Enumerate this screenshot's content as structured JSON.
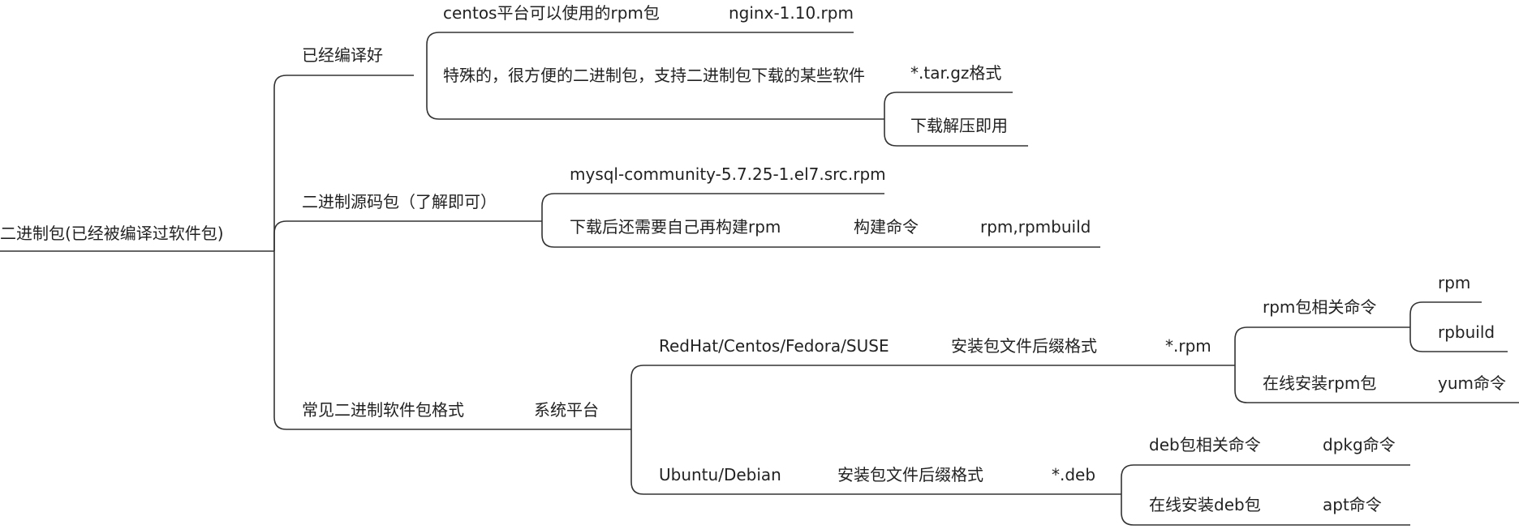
{
  "mindmap": {
    "root": "二进制包(已经被编译过软件包)",
    "compiled": {
      "label": "已经编译好",
      "centos_rpm": "centos平台可以使用的rpm包",
      "nginx": "nginx-1.10.rpm",
      "special": "特殊的，很方便的二进制包，支持二进制包下载的某些软件",
      "tar_gz": "*.tar.gz格式",
      "extract": "下载解压即用"
    },
    "source": {
      "label": "二进制源码包（了解即可）",
      "mysql": "mysql-community-5.7.25-1.el7.src.rpm",
      "rebuild": "下载后还需要自己再构建rpm",
      "build_cmd": "构建命令",
      "build_tools": "rpm,rpmbuild"
    },
    "formats": {
      "label": "常见二进制软件包格式",
      "platform": "系统平台",
      "redhat": "RedHat/Centos/Fedora/SUSE",
      "rh_suffix": "安装包文件后缀格式",
      "rpm_ext": "*.rpm",
      "rpm_cmds": "rpm包相关命令",
      "rpm": "rpm",
      "rpmbuild": "rpbuild",
      "rpm_online": "在线安装rpm包",
      "yum": "yum命令",
      "ubuntu": "Ubuntu/Debian",
      "deb_suffix": "安装包文件后缀格式",
      "deb_ext": "*.deb",
      "deb_cmds": "deb包相关命令",
      "dpkg": "dpkg命令",
      "deb_online": "在线安装deb包",
      "apt": "apt命令"
    }
  },
  "colors": {
    "line": "#333333",
    "text": "#222222"
  }
}
